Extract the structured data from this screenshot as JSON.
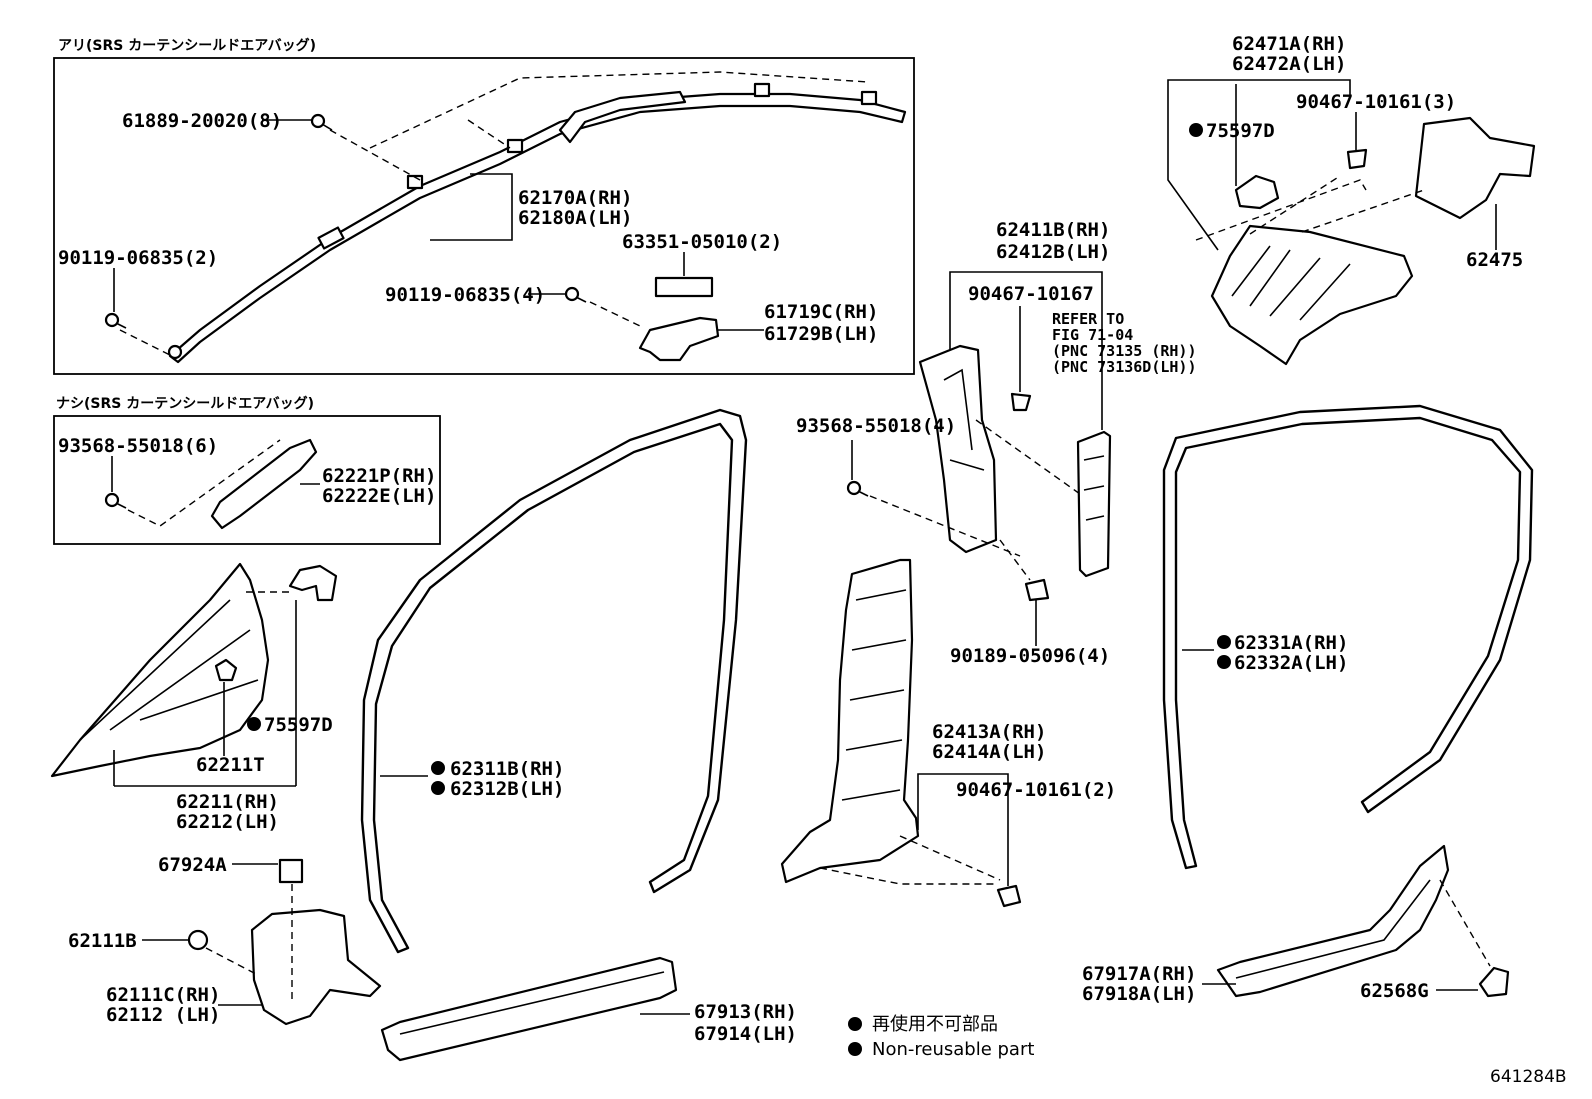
{
  "diagram_id": "641284B",
  "boxes": {
    "with_airbag_caption": "アリ(SRS カーテンシールドエアバッグ)",
    "without_airbag_caption": "ナシ(SRS カーテンシールドエアバッグ)"
  },
  "labels": {
    "p61889": "61889-20020(8)",
    "p62170": "62170A(RH)",
    "p62180": "62180A(LH)",
    "p63351": "63351-05010(2)",
    "p90119a": "90119-06835(2)",
    "p90119b": "90119-06835(4)",
    "p61719": "61719C(RH)",
    "p61729": "61729B(LH)",
    "p93568a": "93568-55018(6)",
    "p62221": "62221P(RH)",
    "p62222": "62222E(LH)",
    "p75597a": "75597D",
    "p62211t": "62211T",
    "p62211": "62211(RH)",
    "p62212": "62212(LH)",
    "p67924": "67924A",
    "p62111b": "62111B",
    "p62111c": "62111C(RH)",
    "p62112": "62112 (LH)",
    "p62311": "62311B(RH)",
    "p62312": "62312B(LH)",
    "p67913": "67913(RH)",
    "p67914": "67914(LH)",
    "p62411": "62411B(RH)",
    "p62412": "62412B(LH)",
    "p90467a": "90467-10167",
    "refer1": "REFER TO",
    "refer2": "FIG 71-04",
    "refer3": "(PNC 73135 (RH))",
    "refer4": "(PNC 73136D(LH))",
    "p93568b": "93568-55018(4)",
    "p90189": "90189-05096(4)",
    "p62413": "62413A(RH)",
    "p62414": "62414A(LH)",
    "p90467b": "90467-10161(2)",
    "p62471": "62471A(RH)",
    "p62472": "62472A(LH)",
    "p90467c": "90467-10161(3)",
    "p75597b": "75597D",
    "p62475": "62475",
    "p62331": "62331A(RH)",
    "p62332": "62332A(LH)",
    "p67917": "67917A(RH)",
    "p67918": "67918A(LH)",
    "p62568": "62568G"
  },
  "legend": {
    "jp": "再使用不可部品",
    "en": "Non-reusable part"
  }
}
